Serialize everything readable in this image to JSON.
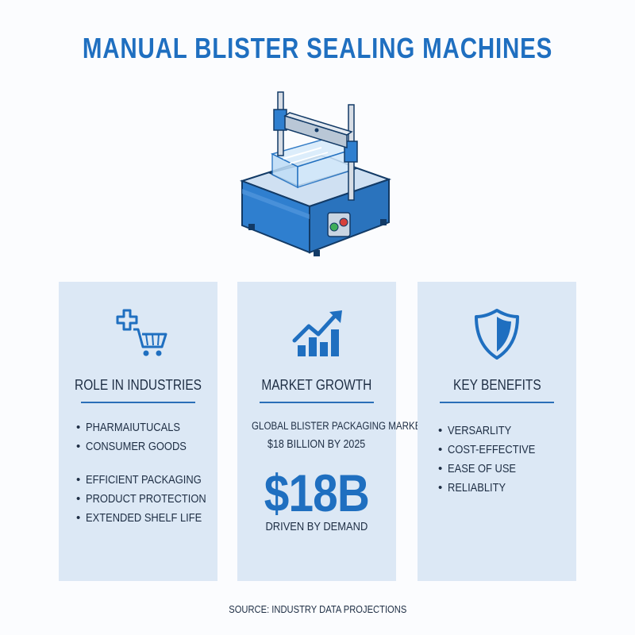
{
  "title": "MANUAL BLISTER SEALING MACHINES",
  "colors": {
    "accent": "#1f6fc0",
    "card_bg": "#dce8f5",
    "text": "#1e2e44",
    "machine_blue": "#2f7fcf"
  },
  "illustration": {
    "icon": "blister-sealing-machine"
  },
  "cards": [
    {
      "icon": "medical-cross-cart-icon",
      "heading": "ROLE IN INDUSTRIES",
      "list_a": [
        "PHARMAIUTUCALS",
        "CONSUMER GOODS"
      ],
      "list_b": [
        "EFFICIENT PACKAGING",
        "PRODUCT PROTECTION",
        "EXTENDED SHELF LIFE"
      ]
    },
    {
      "icon": "growth-chart-icon",
      "heading": "MARKET GROWTH",
      "line1": "GLOBAL BLISTER PACKAGING MARKET",
      "line2": "$18 BILLION BY 2025",
      "big_value": "$18B",
      "footer": "DRIVEN BY DEMAND"
    },
    {
      "icon": "shield-icon",
      "heading": "KEY BENEFITS",
      "items": [
        "VERSARLITY",
        "COST-EFFECTIVE",
        "EASE OF USE",
        "RELIABLITY"
      ]
    }
  ],
  "source": "SOURCE: INDUSTRY DATA PROJECTIONS"
}
